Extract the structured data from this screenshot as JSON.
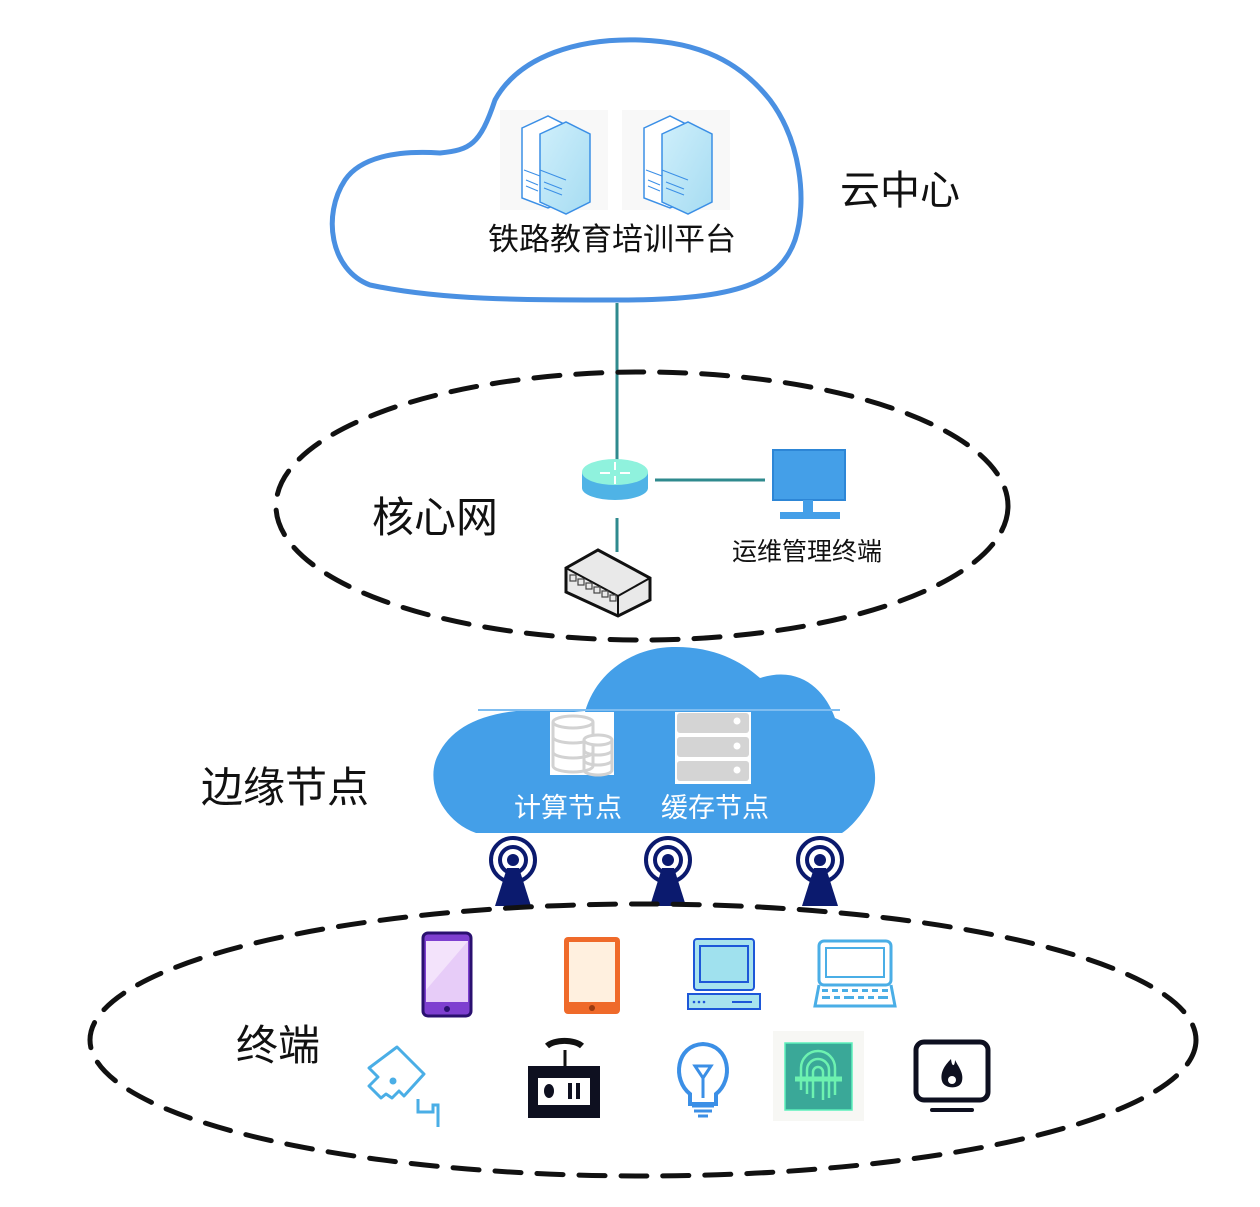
{
  "layers": {
    "cloud_center": {
      "label": "云中心",
      "platform_label": "铁路教育培训平台"
    },
    "core_network": {
      "label": "核心网",
      "ops_terminal_label": "运维管理终端"
    },
    "edge_node": {
      "label": "边缘节点",
      "compute_label": "计算节点",
      "cache_label": "缓存节点"
    },
    "terminal": {
      "label": "终端"
    }
  },
  "devices": {
    "cloud_servers": [
      "server",
      "server"
    ],
    "core": [
      "router",
      "switch",
      "monitor"
    ],
    "edge_towers": [
      "tower",
      "tower",
      "tower"
    ],
    "terminals_row1": [
      "smartphone",
      "tablet",
      "desktop-computer",
      "laptop"
    ],
    "terminals_row2": [
      "security-camera",
      "remote-control",
      "light-bulb",
      "fingerprint-scanner",
      "fire-alarm-monitor"
    ]
  },
  "colors": {
    "cloud_outline": "#4a90e2",
    "edge_cloud": "#449fe8",
    "link": "#2f8a8e",
    "tower": "#0b1a6e"
  }
}
